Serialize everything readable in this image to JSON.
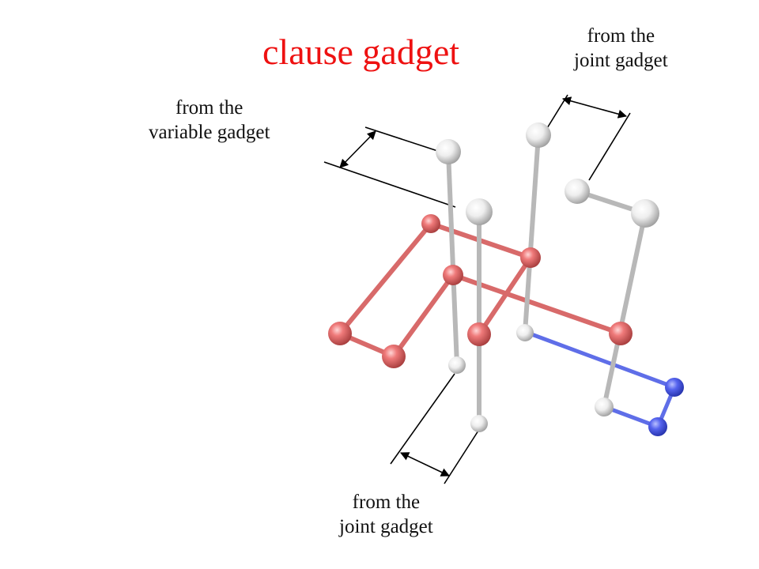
{
  "title": "clause gadget",
  "labels": {
    "variable": [
      "from the",
      "variable gadget"
    ],
    "joint_top": [
      "from the",
      "joint gadget"
    ],
    "joint_bottom": [
      "from the",
      "joint gadget"
    ]
  },
  "colors": {
    "title": "#ee1111",
    "text": "#111111",
    "red_rod": "#d86a6a",
    "red_ball": "#ec6f6f",
    "white_rod": "#c8c8c8",
    "white_ball": "#f2f2f2",
    "blue_rod": "#5f6ee8",
    "blue_ball": "#4b58e6",
    "bracket": "#000000"
  }
}
